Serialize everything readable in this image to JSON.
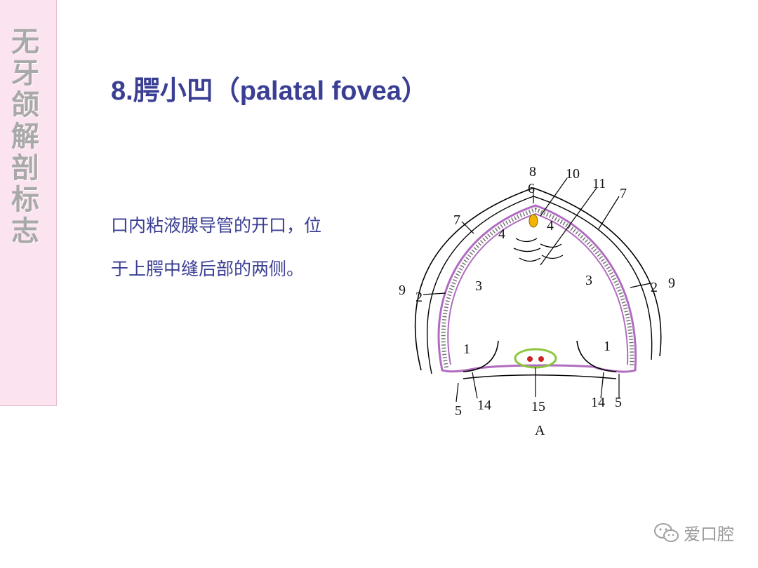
{
  "sidebar": {
    "section_title": "无牙颌解剖标志"
  },
  "header": {
    "title": "8.腭小凹（palatal fovea）"
  },
  "content": {
    "line1": "口内粘液腺导管的开口，位",
    "line2": "于上腭中缝后部的两侧。"
  },
  "diagram": {
    "labels": {
      "l1_left": "1",
      "l1_right": "1",
      "l2_left": "2",
      "l2_right": "2",
      "l3_left": "3",
      "l3_right": "3",
      "l4_left": "4",
      "l4_right": "4",
      "l5_left": "5",
      "l5_right": "5",
      "l6": "6",
      "l7_left": "7",
      "l7_right": "7",
      "l8": "8",
      "l9_left": "9",
      "l9_right": "9",
      "l10": "10",
      "l11": "11",
      "l14_left": "14",
      "l14_right": "14",
      "l15": "15",
      "caption": "A"
    },
    "colors": {
      "outline": "#000000",
      "mucosa": "#b06cc0",
      "highlight": "#8cc63f",
      "fovea": "#cc2222",
      "papilla": "#f2b400"
    }
  },
  "watermark": {
    "text": "爱口腔",
    "icon": "wechat-icon"
  }
}
